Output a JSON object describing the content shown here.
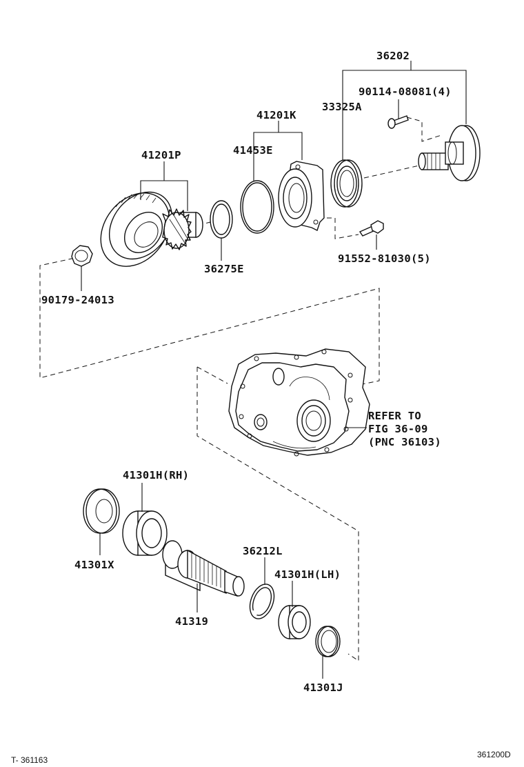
{
  "labels": {
    "p36202": "36202",
    "p90114": "90114-08081(4)",
    "p33325A": "33325A",
    "p41201K": "41201K",
    "p41453E": "41453E",
    "p41201P": "41201P",
    "p36275E": "36275E",
    "p91552": "91552-81030(5)",
    "p90179": "90179-24013",
    "refer_line1": "REFER TO",
    "refer_line2": "FIG 36-09",
    "refer_line3": "(PNC 36103)",
    "p41301H_RH": "41301H(RH)",
    "p41301X": "41301X",
    "p36212L": "36212L",
    "p41301H_LH": "41301H(LH)",
    "p41319": "41319",
    "p41301J": "41301J"
  },
  "footer": {
    "left_code": "T- 361163",
    "right_code": "361200D"
  }
}
